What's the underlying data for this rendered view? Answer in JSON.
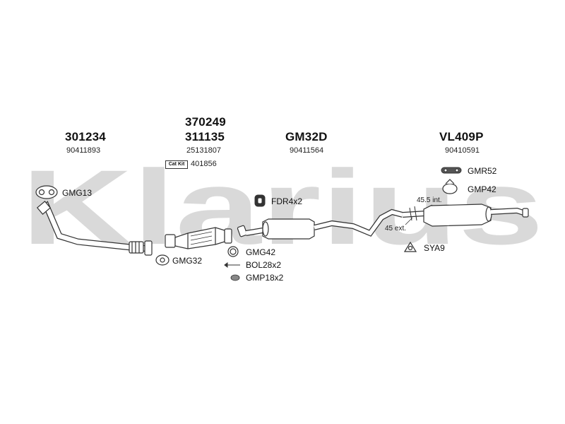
{
  "brand": {
    "name": "Klarius",
    "color": "#d8d8d8"
  },
  "groups": [
    {
      "part": "301234",
      "ref": "90411893"
    },
    {
      "part_top": "370249",
      "part": "311135",
      "ref": "25131807",
      "cat_kit_label": "Cat Kit",
      "cat_kit_ref": "401856"
    },
    {
      "part": "GM32D",
      "ref": "90411564"
    },
    {
      "part": "VL409P",
      "ref": "90410591"
    }
  ],
  "fittings": {
    "gmg13": "GMG13",
    "gmg32": "GMG32",
    "fdr": "FDR4x2",
    "gmg42": "GMG42",
    "bol": "BOL28x2",
    "gmp18": "GMP18x2",
    "gmr52": "GMR52",
    "gmp42": "GMP42",
    "sya9": "SYA9"
  },
  "dimensions": {
    "int": "45.5 int.",
    "ext": "45 ext."
  }
}
